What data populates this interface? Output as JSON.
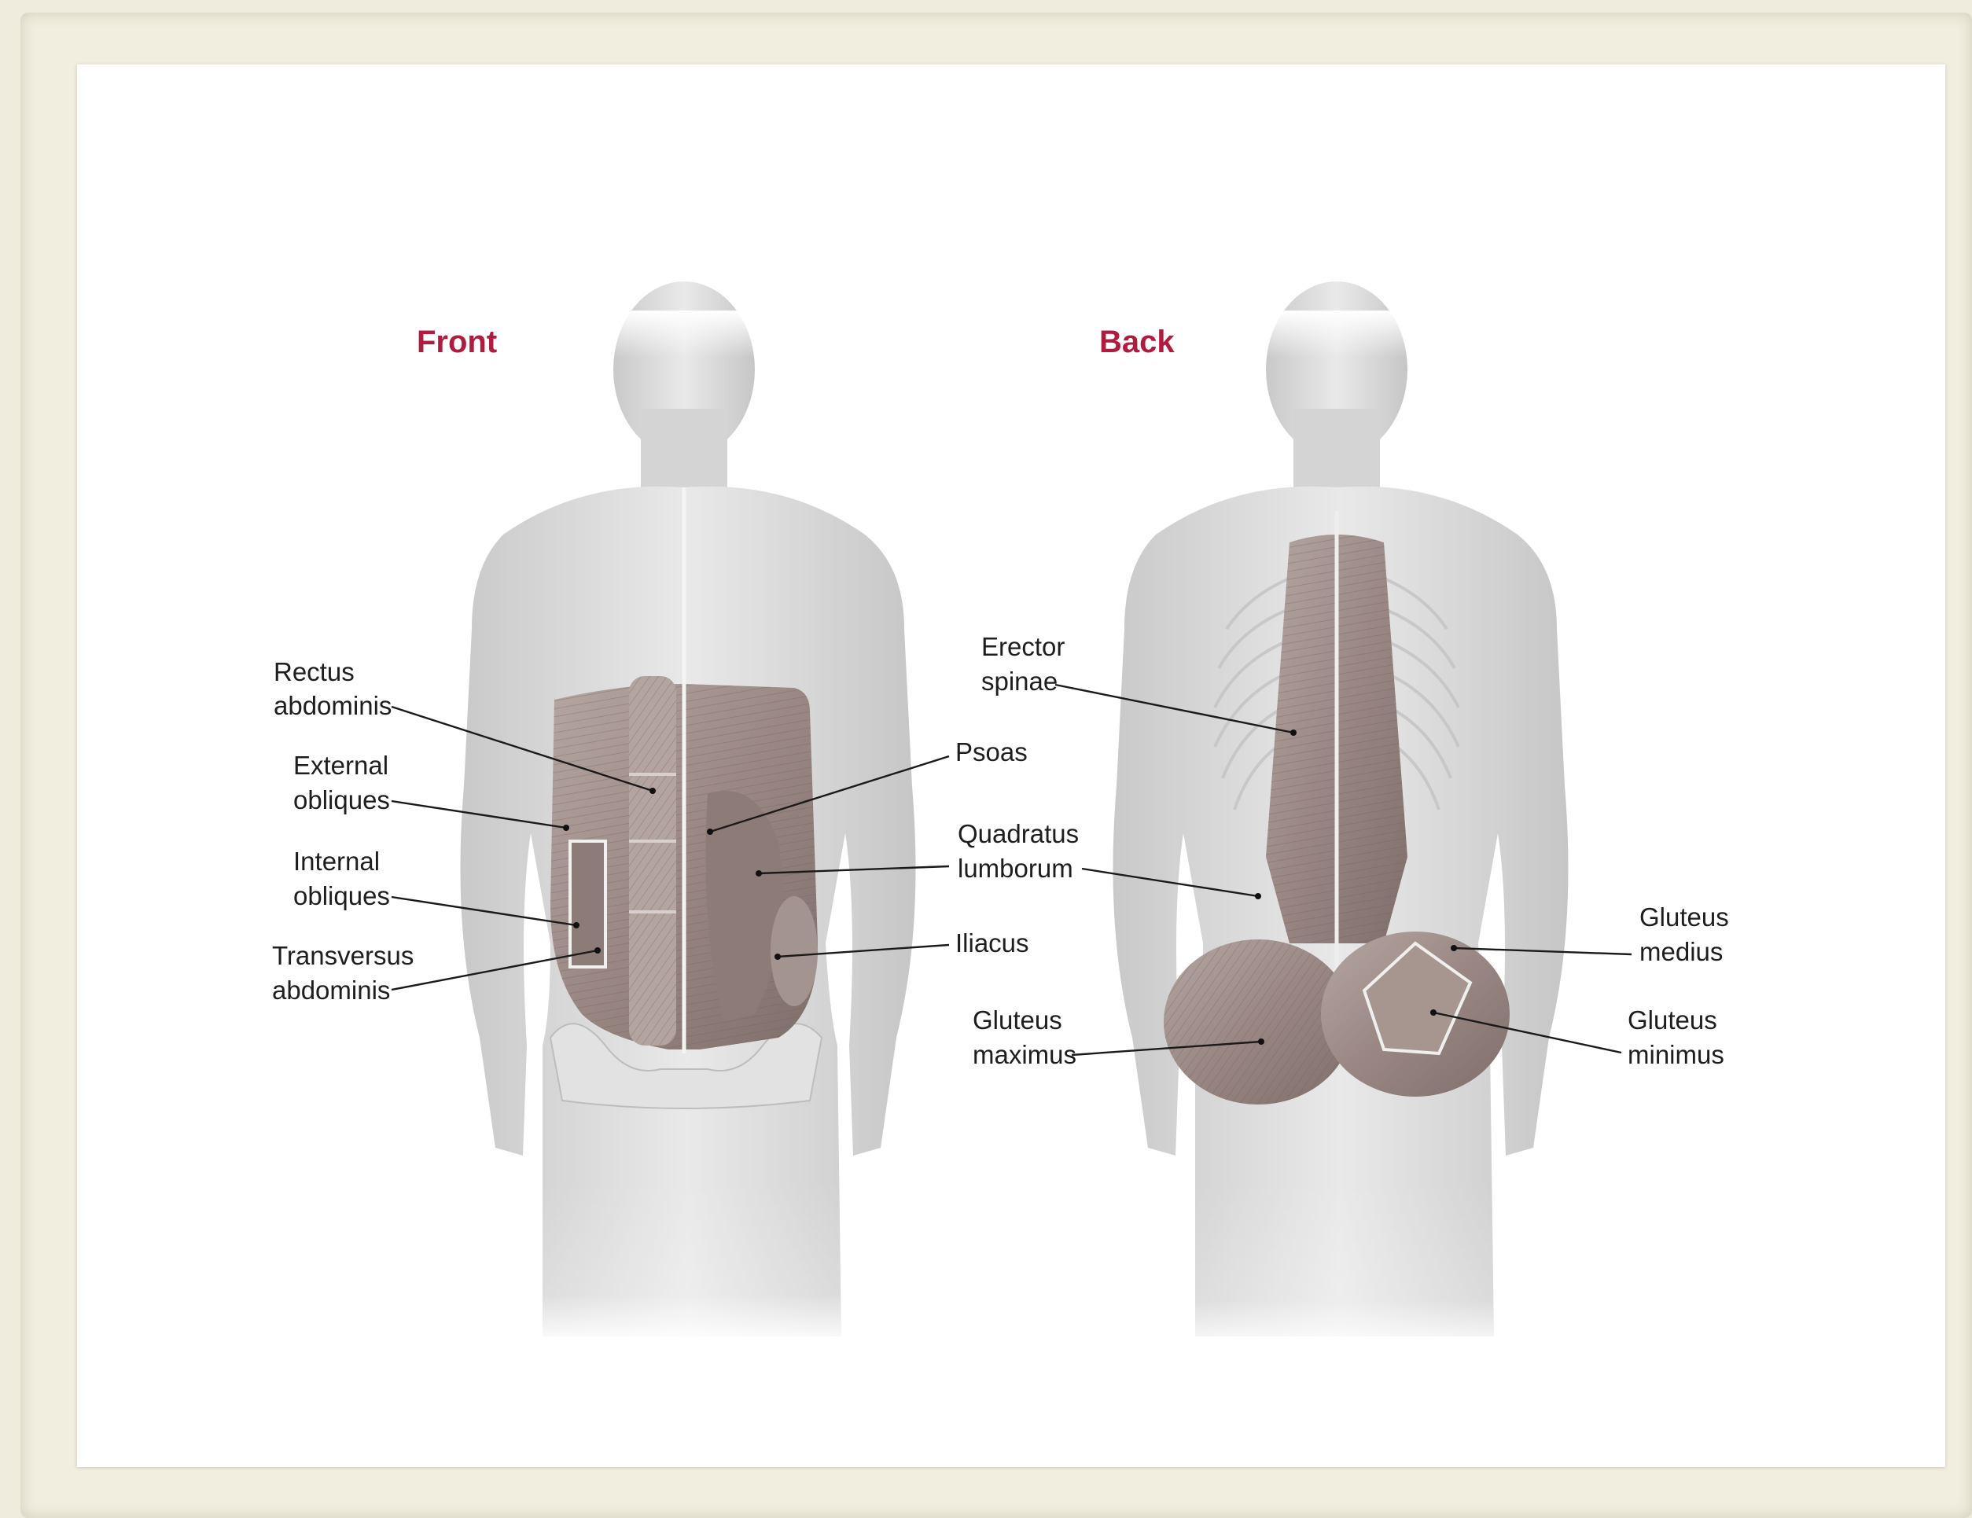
{
  "diagram": {
    "front": {
      "title": "Front",
      "labels": {
        "rectus_abdominis": [
          "Rectus",
          "abdominis"
        ],
        "external_obliques": [
          "External",
          "obliques"
        ],
        "internal_obliques": [
          "Internal",
          "obliques"
        ],
        "transversus_abdominis": [
          "Transversus",
          "abdominis"
        ],
        "psoas": [
          "Psoas"
        ],
        "quadratus_lumborum": [
          "Quadratus",
          "lumborum"
        ],
        "iliacus": [
          "Iliacus"
        ]
      }
    },
    "back": {
      "title": "Back",
      "labels": {
        "erector_spinae": [
          "Erector",
          "spinae"
        ],
        "gluteus_medius": [
          "Gluteus",
          "medius"
        ],
        "gluteus_maximus": [
          "Gluteus",
          "maximus"
        ],
        "gluteus_minimus": [
          "Gluteus",
          "minimus"
        ]
      }
    }
  },
  "colors": {
    "title": "#b01c3f",
    "label": "#1e1e1e",
    "body": "#d9d9d9",
    "muscle": "#9c8a86",
    "frame": "#efebdd"
  }
}
